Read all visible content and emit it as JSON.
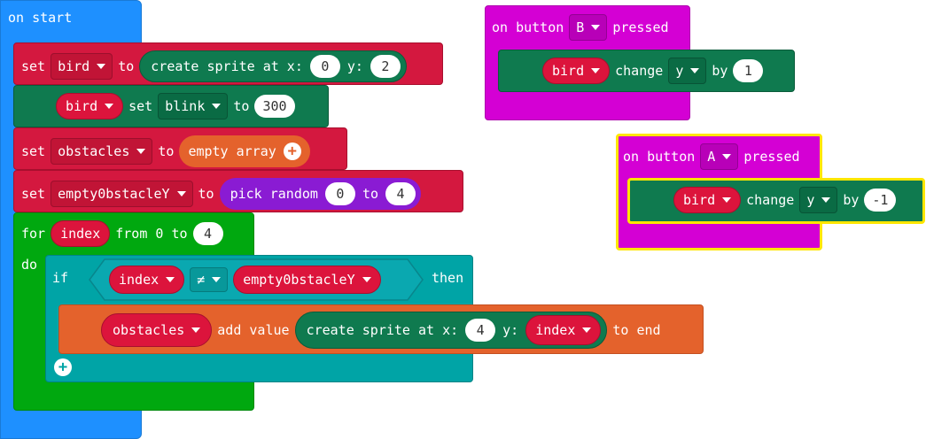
{
  "colors": {
    "events": "#1e90ff",
    "variables": "#dc143c",
    "sprites": "#0f7a4f",
    "loops": "#00a80f",
    "logic": "#00a4a6",
    "arrays": "#e4622c",
    "math": "#8a1bd3",
    "input": "#d400d4",
    "highlight": "#ffe600"
  },
  "on_start": {
    "label": "on start",
    "set1": {
      "set": "set",
      "var": "bird",
      "to": "to",
      "create": "create sprite at x:",
      "x": "0",
      "y_label": "y:",
      "y": "2"
    },
    "set_blink": {
      "var": "bird",
      "set": "set",
      "prop": "blink",
      "to": "to",
      "value": "300"
    },
    "set2": {
      "set": "set",
      "var": "obstacles",
      "to": "to",
      "value": "empty array"
    },
    "set3": {
      "set": "set",
      "var": "empty0bstacleY",
      "to": "to",
      "pick": "pick random",
      "from": "0",
      "to2": "to",
      "max": "4"
    },
    "for_loop": {
      "for": "for",
      "var": "index",
      "from": "from 0 to",
      "max": "4",
      "do": "do"
    },
    "if_block": {
      "if": "if",
      "left": "index",
      "op": "≠",
      "right": "empty0bstacleY",
      "then": "then"
    },
    "add_block": {
      "var": "obstacles",
      "add": "add value",
      "create": "create sprite at x:",
      "x": "4",
      "y_label": "y:",
      "y": "index",
      "end": "to end"
    }
  },
  "button_b": {
    "on": "on button",
    "button": "B",
    "pressed": "pressed",
    "change": {
      "var": "bird",
      "label": "change",
      "axis": "y",
      "by": "by",
      "value": "1"
    }
  },
  "button_a": {
    "on": "on button",
    "button": "A",
    "pressed": "pressed",
    "change": {
      "var": "bird",
      "label": "change",
      "axis": "y",
      "by": "by",
      "value": "-1"
    }
  }
}
